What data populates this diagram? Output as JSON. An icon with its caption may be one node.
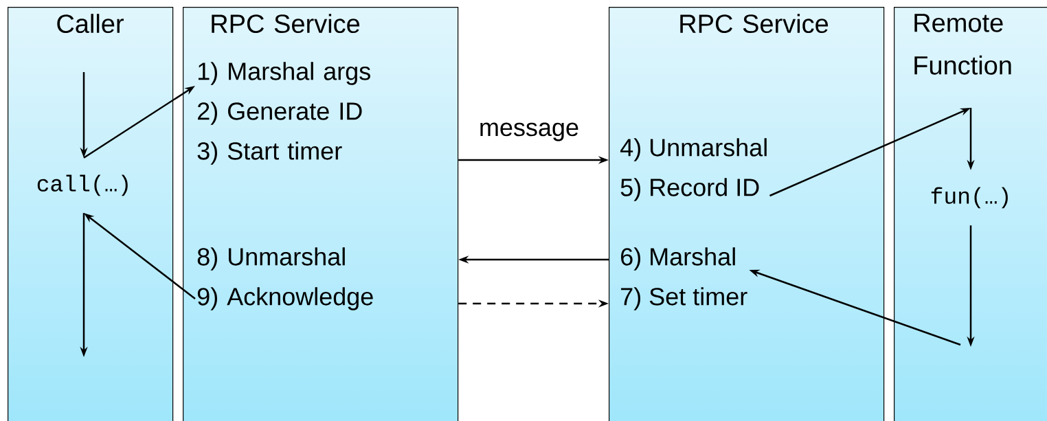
{
  "diagram": {
    "nodes": [
      {
        "text": [
          "Caller"
        ]
      },
      {
        "text": [
          "call(…)"
        ],
        "in": 0
      },
      {
        "text": [
          "RPC Service"
        ]
      },
      {
        "text": [
          "1) Marshal args",
          "2) Generate ID",
          "3) Start timer"
        ],
        "in": 2
      },
      {
        "text": [
          "8) Unmarshal",
          "9) Acknowledge"
        ],
        "in": 2
      },
      {
        "text": [
          "RPC Service"
        ]
      },
      {
        "text": [
          "4) Unmarshal",
          "5) Record ID"
        ],
        "in": 5
      },
      {
        "text": [
          "6) Marshal",
          "7) Set timer"
        ],
        "in": 5
      },
      {
        "text": [
          "Remote Function"
        ]
      },
      {
        "text": [
          "fun(…)"
        ],
        "in": 8
      }
    ],
    "edges": [
      {
        "from": null,
        "to": 1,
        "arrow": "to"
      },
      {
        "from": 1,
        "to": 3,
        "arrow": "to"
      },
      {
        "from": 2,
        "to": 5,
        "arrow": "to",
        "label": "message"
      },
      {
        "from": 5,
        "to": 2,
        "arrow": "to"
      },
      {
        "from": 2,
        "to": 5,
        "arrow": "to",
        "style": "dashed"
      },
      {
        "from": 6,
        "to": null,
        "arrow": "to"
      },
      {
        "from": null,
        "to": 9,
        "arrow": "to"
      },
      {
        "from": 9,
        "to": null,
        "arrow": "to"
      },
      {
        "from": null,
        "to": 7,
        "arrow": "to"
      },
      {
        "from": 4,
        "to": 1,
        "arrow": "to"
      },
      {
        "from": 1,
        "to": null,
        "arrow": "to"
      }
    ]
  }
}
